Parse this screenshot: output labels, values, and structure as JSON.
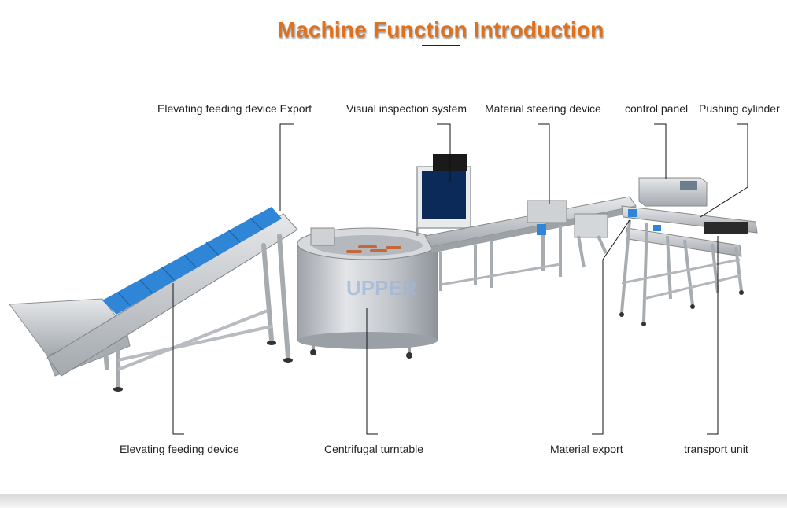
{
  "title": "Machine Function Introduction",
  "watermark": "UPPER",
  "labels": {
    "elevating_export": "Elevating feeding device Export",
    "visual_inspection": "Visual inspection system",
    "steering_device": "Material steering device",
    "control_panel": "control panel",
    "pushing_cylinder": "Pushing cylinder",
    "elevating_device": "Elevating feeding device",
    "turntable": "Centrifugal turntable",
    "material_export": "Material export",
    "transport_unit": "transport unit"
  },
  "colors": {
    "title": "#e0701a",
    "belt": "#2f86d6",
    "steel": "#c9ccd0",
    "leader": "#111111"
  }
}
